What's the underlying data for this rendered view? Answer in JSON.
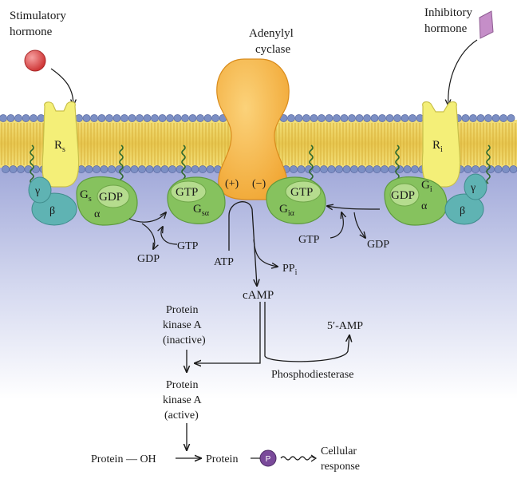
{
  "hormones": {
    "stimulatory_line1": "Stimulatory",
    "stimulatory_line2": "hormone",
    "inhibitory_line1": "Inhibitory",
    "inhibitory_line2": "hormone"
  },
  "enzyme": {
    "line1": "Adenylyl",
    "line2": "cyclase",
    "plus": "(+)",
    "minus": "(−)"
  },
  "receptors": {
    "rs": "R",
    "rs_sub": "s",
    "ri": "R",
    "ri_sub": "i"
  },
  "gs_complex": {
    "gamma": "γ",
    "beta": "β",
    "g": "G",
    "g_sub": "s",
    "gdp": "GDP",
    "alpha": "α"
  },
  "gsa": {
    "gtp": "GTP",
    "g": "G",
    "g_sub": "sα"
  },
  "gia": {
    "gtp": "GTP",
    "g": "G",
    "g_sub": "iα"
  },
  "gi_complex": {
    "gdp": "GDP",
    "g": "G",
    "g_sub": "i",
    "alpha": "α",
    "gamma": "γ",
    "beta": "β"
  },
  "exchange_left": {
    "gdp": "GDP",
    "gtp": "GTP"
  },
  "exchange_right": {
    "gtp": "GTP",
    "gdp": "GDP"
  },
  "reaction": {
    "atp": "ATP",
    "ppi": "PP",
    "ppi_sub": "i",
    "camp": "cAMP",
    "amp": "5′-AMP",
    "phosphodiesterase": "Phosphodiesterase"
  },
  "pka_inactive": {
    "line1": "Protein",
    "line2": "kinase A",
    "line3": "(inactive)"
  },
  "pka_active": {
    "line1": "Protein",
    "line2": "kinase A",
    "line3": "(active)"
  },
  "bottom": {
    "protein_oh": "Protein — OH",
    "protein": "Protein",
    "p": "P",
    "cellular_line1": "Cellular",
    "cellular_line2": "response"
  },
  "colors": {
    "receptor": "#f4ef78",
    "cyclase": "#f6b43c",
    "g_alpha": "#86c25e",
    "g_beta_gamma": "#5fb3b3",
    "membrane_head": "#7c8fc4",
    "membrane_tail": "#f5d76a",
    "stim_hormone": "#e04848",
    "inhib_hormone": "#c58ec8",
    "phosphate": "#7a4a9a"
  }
}
